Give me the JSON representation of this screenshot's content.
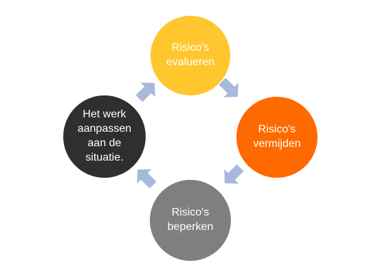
{
  "cycle": {
    "nodes": [
      {
        "label": "Risico's\nevalueren",
        "color": "#FFC62E"
      },
      {
        "label": "Risico's\nvermijden",
        "color": "#FF6A00"
      },
      {
        "label": "Risico's\nbeperken",
        "color": "#7F7F7F"
      },
      {
        "label": "Het werk\naanpassen\naan de\nsituatie.",
        "color": "#2F2F2F"
      }
    ],
    "arrow_color": "#A9B9DD"
  }
}
